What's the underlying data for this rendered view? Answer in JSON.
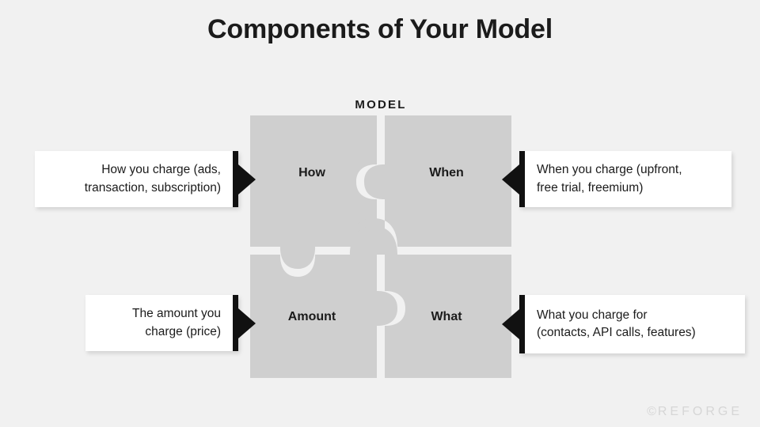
{
  "title": "Components of Your Model",
  "diagram": {
    "caption": "MODEL",
    "colors": {
      "background": "#f1f1f1",
      "puzzle_piece": "#cfcfcf",
      "seam": "#f4f4f4",
      "pointer": "#111111",
      "text": "#1b1b1b",
      "watermark": "#d6d6d6"
    },
    "quadrants": [
      {
        "key": "how",
        "label": "How",
        "position": "top-left"
      },
      {
        "key": "when",
        "label": "When",
        "position": "top-right"
      },
      {
        "key": "amount",
        "label": "Amount",
        "position": "bottom-left"
      },
      {
        "key": "what",
        "label": "What",
        "position": "bottom-right"
      }
    ]
  },
  "callouts": [
    {
      "key": "how",
      "side": "left",
      "line1": "How you charge (ads,",
      "line2": "transaction, subscription)"
    },
    {
      "key": "when",
      "side": "right",
      "line1": "When you charge (upfront,",
      "line2": "free trial, freemium)"
    },
    {
      "key": "amount",
      "side": "left",
      "line1": "The amount you",
      "line2": "charge (price)"
    },
    {
      "key": "what",
      "side": "right",
      "line1": "What you charge for",
      "line2": "(contacts, API calls, features)"
    }
  ],
  "watermark": {
    "symbol": "©",
    "text": "REFORGE"
  }
}
